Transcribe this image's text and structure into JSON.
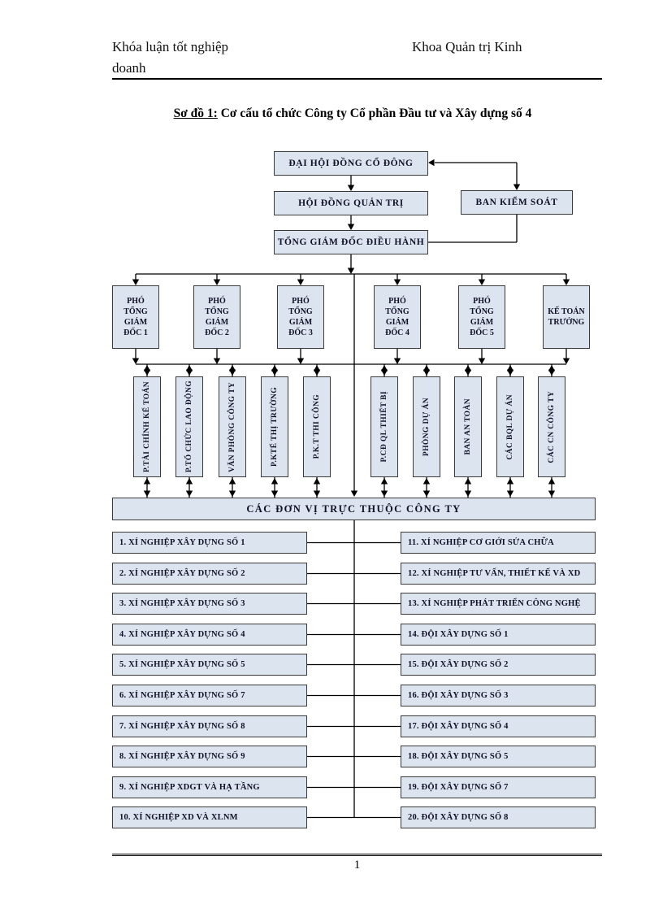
{
  "header": {
    "left_line1": "Khóa luận tốt nghiệp",
    "left_line2": "doanh",
    "right": "Khoa Quản trị Kinh"
  },
  "title": {
    "prefix": "Sơ đồ 1:",
    "rest": " Cơ cấu tổ chức Công ty Cổ phần Đầu tư và Xây dựng số 4"
  },
  "chart": {
    "shareholders": "ĐẠI HỘI ĐỒNG CỔ ĐÔNG",
    "board": "HỘI ĐỒNG QUẢN TRỊ",
    "supervisory": "BAN KIỂM SOÁT",
    "ceo": "TỔNG GIÁM ĐỐC ĐIỀU HÀNH",
    "deputies": [
      "PHÓ TỔNG GIÁM ĐỐC 1",
      "PHÓ TỔNG GIÁM ĐỐC 2",
      "PHÓ TỔNG GIÁM ĐỐC 3",
      "PHÓ TỔNG GIÁM ĐỐC 4",
      "PHÓ TỔNG GIÁM ĐỐC 5",
      "KẾ TOÁN TRƯỞNG"
    ],
    "departments": [
      "P.TÀI CHÍNH KẾ TOÁN",
      "P.TỔ CHỨC LAO ĐỘNG",
      "VĂN PHÒNG CÔNG TY",
      "P.KTẾ THỊ TRƯỜNG",
      "P.K.T THI CÔNG",
      "P.CĐ QL THIẾT BỊ",
      "PHÒNG DỰ ÁN",
      "BAN AN TOÀN",
      "CÁC BQL DỰ ÁN",
      "CÁC CN CÔNG TY"
    ],
    "units_bar": "CÁC ĐƠN VỊ TRỰC THUỘC CÔNG TY",
    "units_left": [
      "1. XÍ NGHIỆP XÂY DỰNG SỐ 1",
      "2. XÍ NGHIỆP XÂY DỰNG SỐ 2",
      "3. XÍ NGHIỆP XÂY DỰNG SỐ 3",
      "4. XÍ NGHIỆP XÂY DỰNG SỐ 4",
      "5. XÍ NGHIỆP XÂY DỰNG SỐ 5",
      "6. XÍ NGHIỆP XÂY DỰNG SỐ 7",
      "7. XÍ NGHIỆP XÂY DỰNG SỐ 8",
      "8. XÍ NGHIỆP XÂY DỰNG SỐ 9",
      "9. XÍ NGHIỆP XDGT VÀ HẠ TẦNG",
      "10. XÍ NGHIỆP XD VÀ XLNM"
    ],
    "units_right": [
      "11. XÍ NGHIỆP CƠ GIỚI SỬA CHỮA",
      "12. XÍ NGHIỆP TƯ VẤN, THIẾT KẾ VÀ XD",
      "13. XÍ NGHIỆP PHÁT TRIỂN CÔNG NGHỆ",
      "14. ĐỘI XÂY DỰNG SỐ 1",
      "15. ĐỘI XÂY DỰNG SỐ 2",
      "16. ĐỘI XÂY DỰNG SỐ 3",
      "17. ĐỘI XÂY DỰNG SỐ 4",
      "18. ĐỘI XÂY DỰNG SỐ 5",
      "19. ĐỘI XÂY DỰNG SỐ 7",
      "20. ĐỘI XÂY DỰNG SỐ 8"
    ]
  },
  "footer": {
    "page_number": "1"
  },
  "colors": {
    "box_fill": "#dce4ef",
    "box_border": "#3a3a3a",
    "line": "#000000"
  }
}
